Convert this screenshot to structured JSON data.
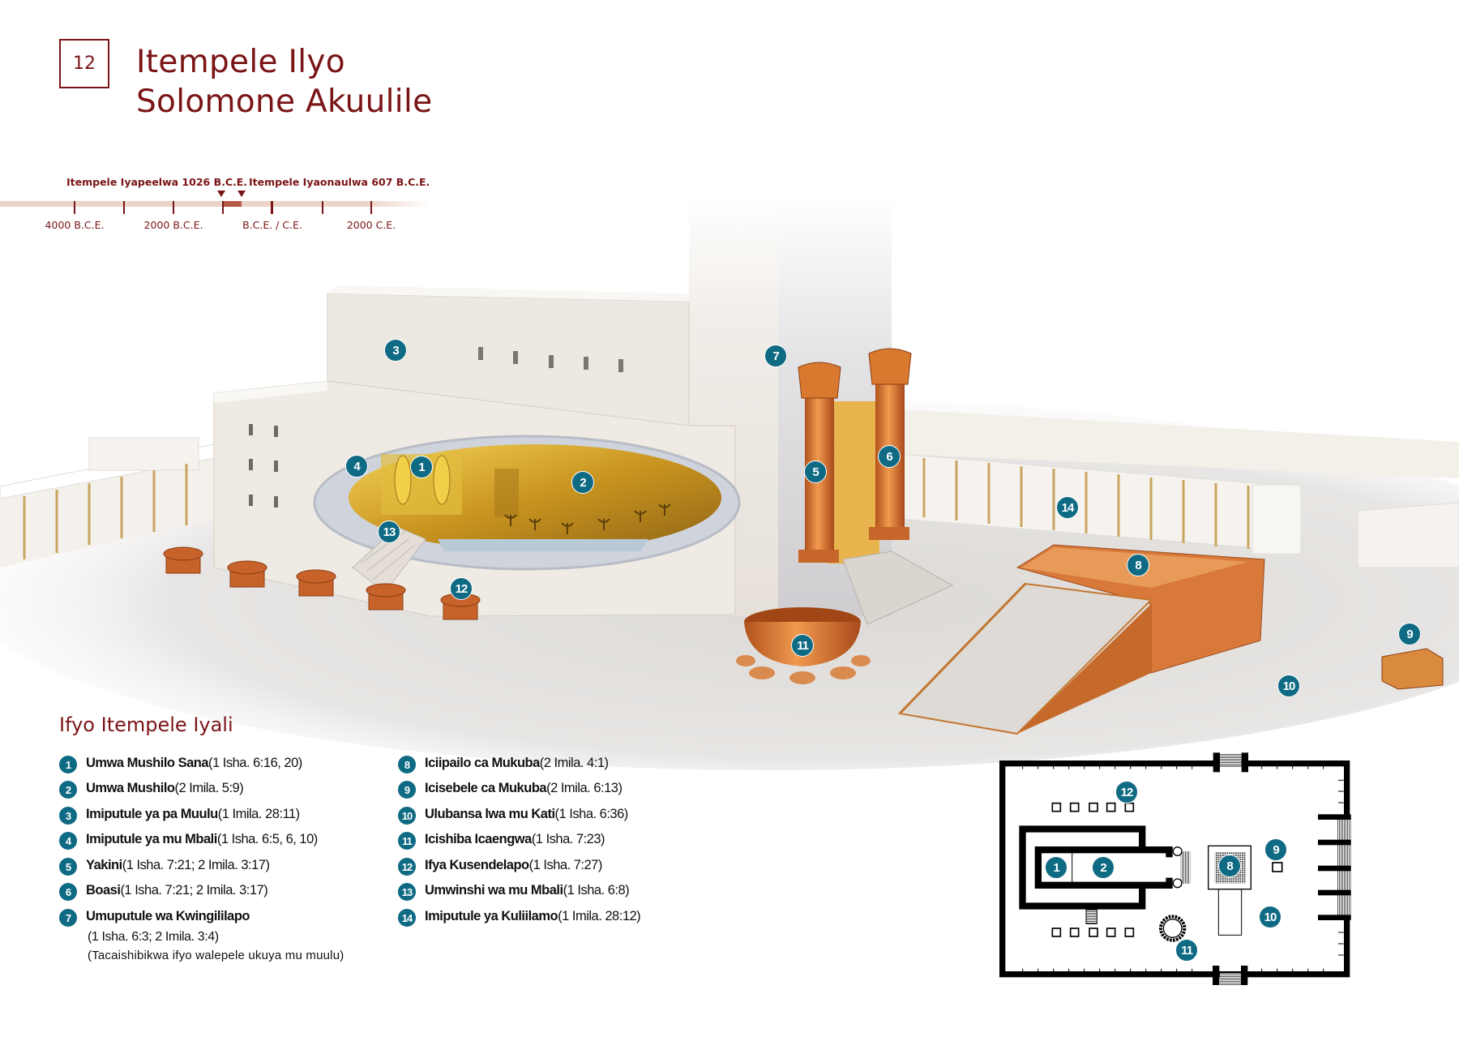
{
  "header": {
    "number": "12",
    "title_line1": "Itempele Ilyo",
    "title_line2": "Solomone Akuulile"
  },
  "timeline": {
    "built_label": "Itempele Iyapeelwa 1026 B.C.E.",
    "destroyed_label": "Itempele Iyaonaulwa 607 B.C.E.",
    "ticks": [
      "4000 B.C.E.",
      "2000 B.C.E.",
      "B.C.E. / C.E.",
      "2000 C.E."
    ],
    "built_year": -1026,
    "destroyed_year": -607
  },
  "legend": {
    "title": "Ifyo Itempele Iyali",
    "items": [
      {
        "num": "1",
        "name": "Umwa Mushilo Sana",
        "ref": " (1 Isha. 6:16, 20)"
      },
      {
        "num": "2",
        "name": "Umwa Mushilo",
        "ref": " (2 Imila. 5:9)"
      },
      {
        "num": "3",
        "name": "Imiputule ya pa Muulu",
        "ref": " (1 Imila. 28:11)"
      },
      {
        "num": "4",
        "name": "Imiputule ya mu Mbali",
        "ref": " (1 Isha. 6:5, 6, 10)"
      },
      {
        "num": "5",
        "name": "Yakini",
        "ref": " (1 Isha. 7:21; 2 Imila. 3:17)"
      },
      {
        "num": "6",
        "name": "Boasi",
        "ref": " (1 Isha. 7:21; 2 Imila. 3:17)"
      },
      {
        "num": "7",
        "name": "Umuputule wa Kwingililapo",
        "ref": "",
        "ref_line": "(1 Isha. 6:3; 2 Imila. 3:4)",
        "note": "(Tacaishibikwa ifyo walepele ukuya mu muulu)"
      },
      {
        "num": "8",
        "name": "Iciipailo ca Mukuba",
        "ref": " (2 Imila. 4:1)"
      },
      {
        "num": "9",
        "name": "Icisebele ca Mukuba",
        "ref": " (2 Imila. 6:13)"
      },
      {
        "num": "10",
        "name": "Ulubansa lwa mu Kati",
        "ref": " (1 Isha. 6:36)"
      },
      {
        "num": "11",
        "name": "Icishiba Icaengwa",
        "ref": " (1 Isha. 7:23)"
      },
      {
        "num": "12",
        "name": "Ifya Kusendelapo",
        "ref": " (1 Isha. 7:27)"
      },
      {
        "num": "13",
        "name": "Umwinshi wa mu Mbali",
        "ref": " (1 Isha. 6:8)"
      },
      {
        "num": "14",
        "name": "Imiputule ya Kuliilamo",
        "ref": " (1 Imila. 28:12)"
      }
    ]
  },
  "illustration_badges": [
    "1",
    "2",
    "3",
    "4",
    "5",
    "6",
    "7",
    "8",
    "9",
    "10",
    "11",
    "12",
    "13",
    "14"
  ],
  "floorplan_badges": [
    "1",
    "2",
    "8",
    "9",
    "10",
    "11",
    "12"
  ],
  "colors": {
    "accent": "#7a1416",
    "badge": "#0f6a84",
    "copper": "#d9782f",
    "stone": "#efebe6",
    "gold": "#d9a928"
  }
}
